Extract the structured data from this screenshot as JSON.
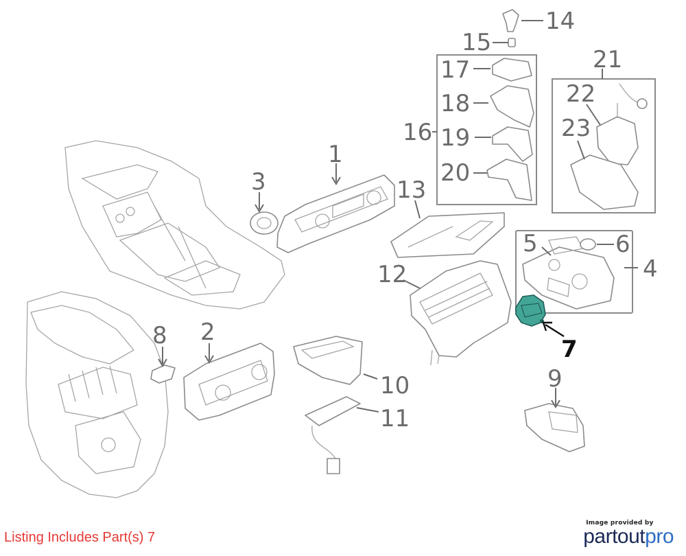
{
  "callouts": {
    "c1": "1",
    "c2": "2",
    "c3": "3",
    "c4": "4",
    "c5": "5",
    "c6": "6",
    "c7": "7",
    "c8": "8",
    "c9": "9",
    "c10": "10",
    "c11": "11",
    "c12": "12",
    "c13": "13",
    "c14": "14",
    "c15": "15",
    "c16": "16",
    "c17": "17",
    "c18": "18",
    "c19": "19",
    "c20": "20",
    "c21": "21",
    "c22": "22",
    "c23": "23"
  },
  "highlighted_part": "7",
  "listing": {
    "text": "Listing Includes Part(s) 7",
    "color": "#e53935"
  },
  "credit": {
    "prefix": "Image provided by",
    "brand_part1": "partout",
    "brand_part2": "pro"
  },
  "colors": {
    "highlight": "#43a596",
    "line": "#8a8a8a",
    "callout": "#6b6b6b",
    "brand_dark": "#1b2a57",
    "brand_blue": "#2d6ec4"
  }
}
